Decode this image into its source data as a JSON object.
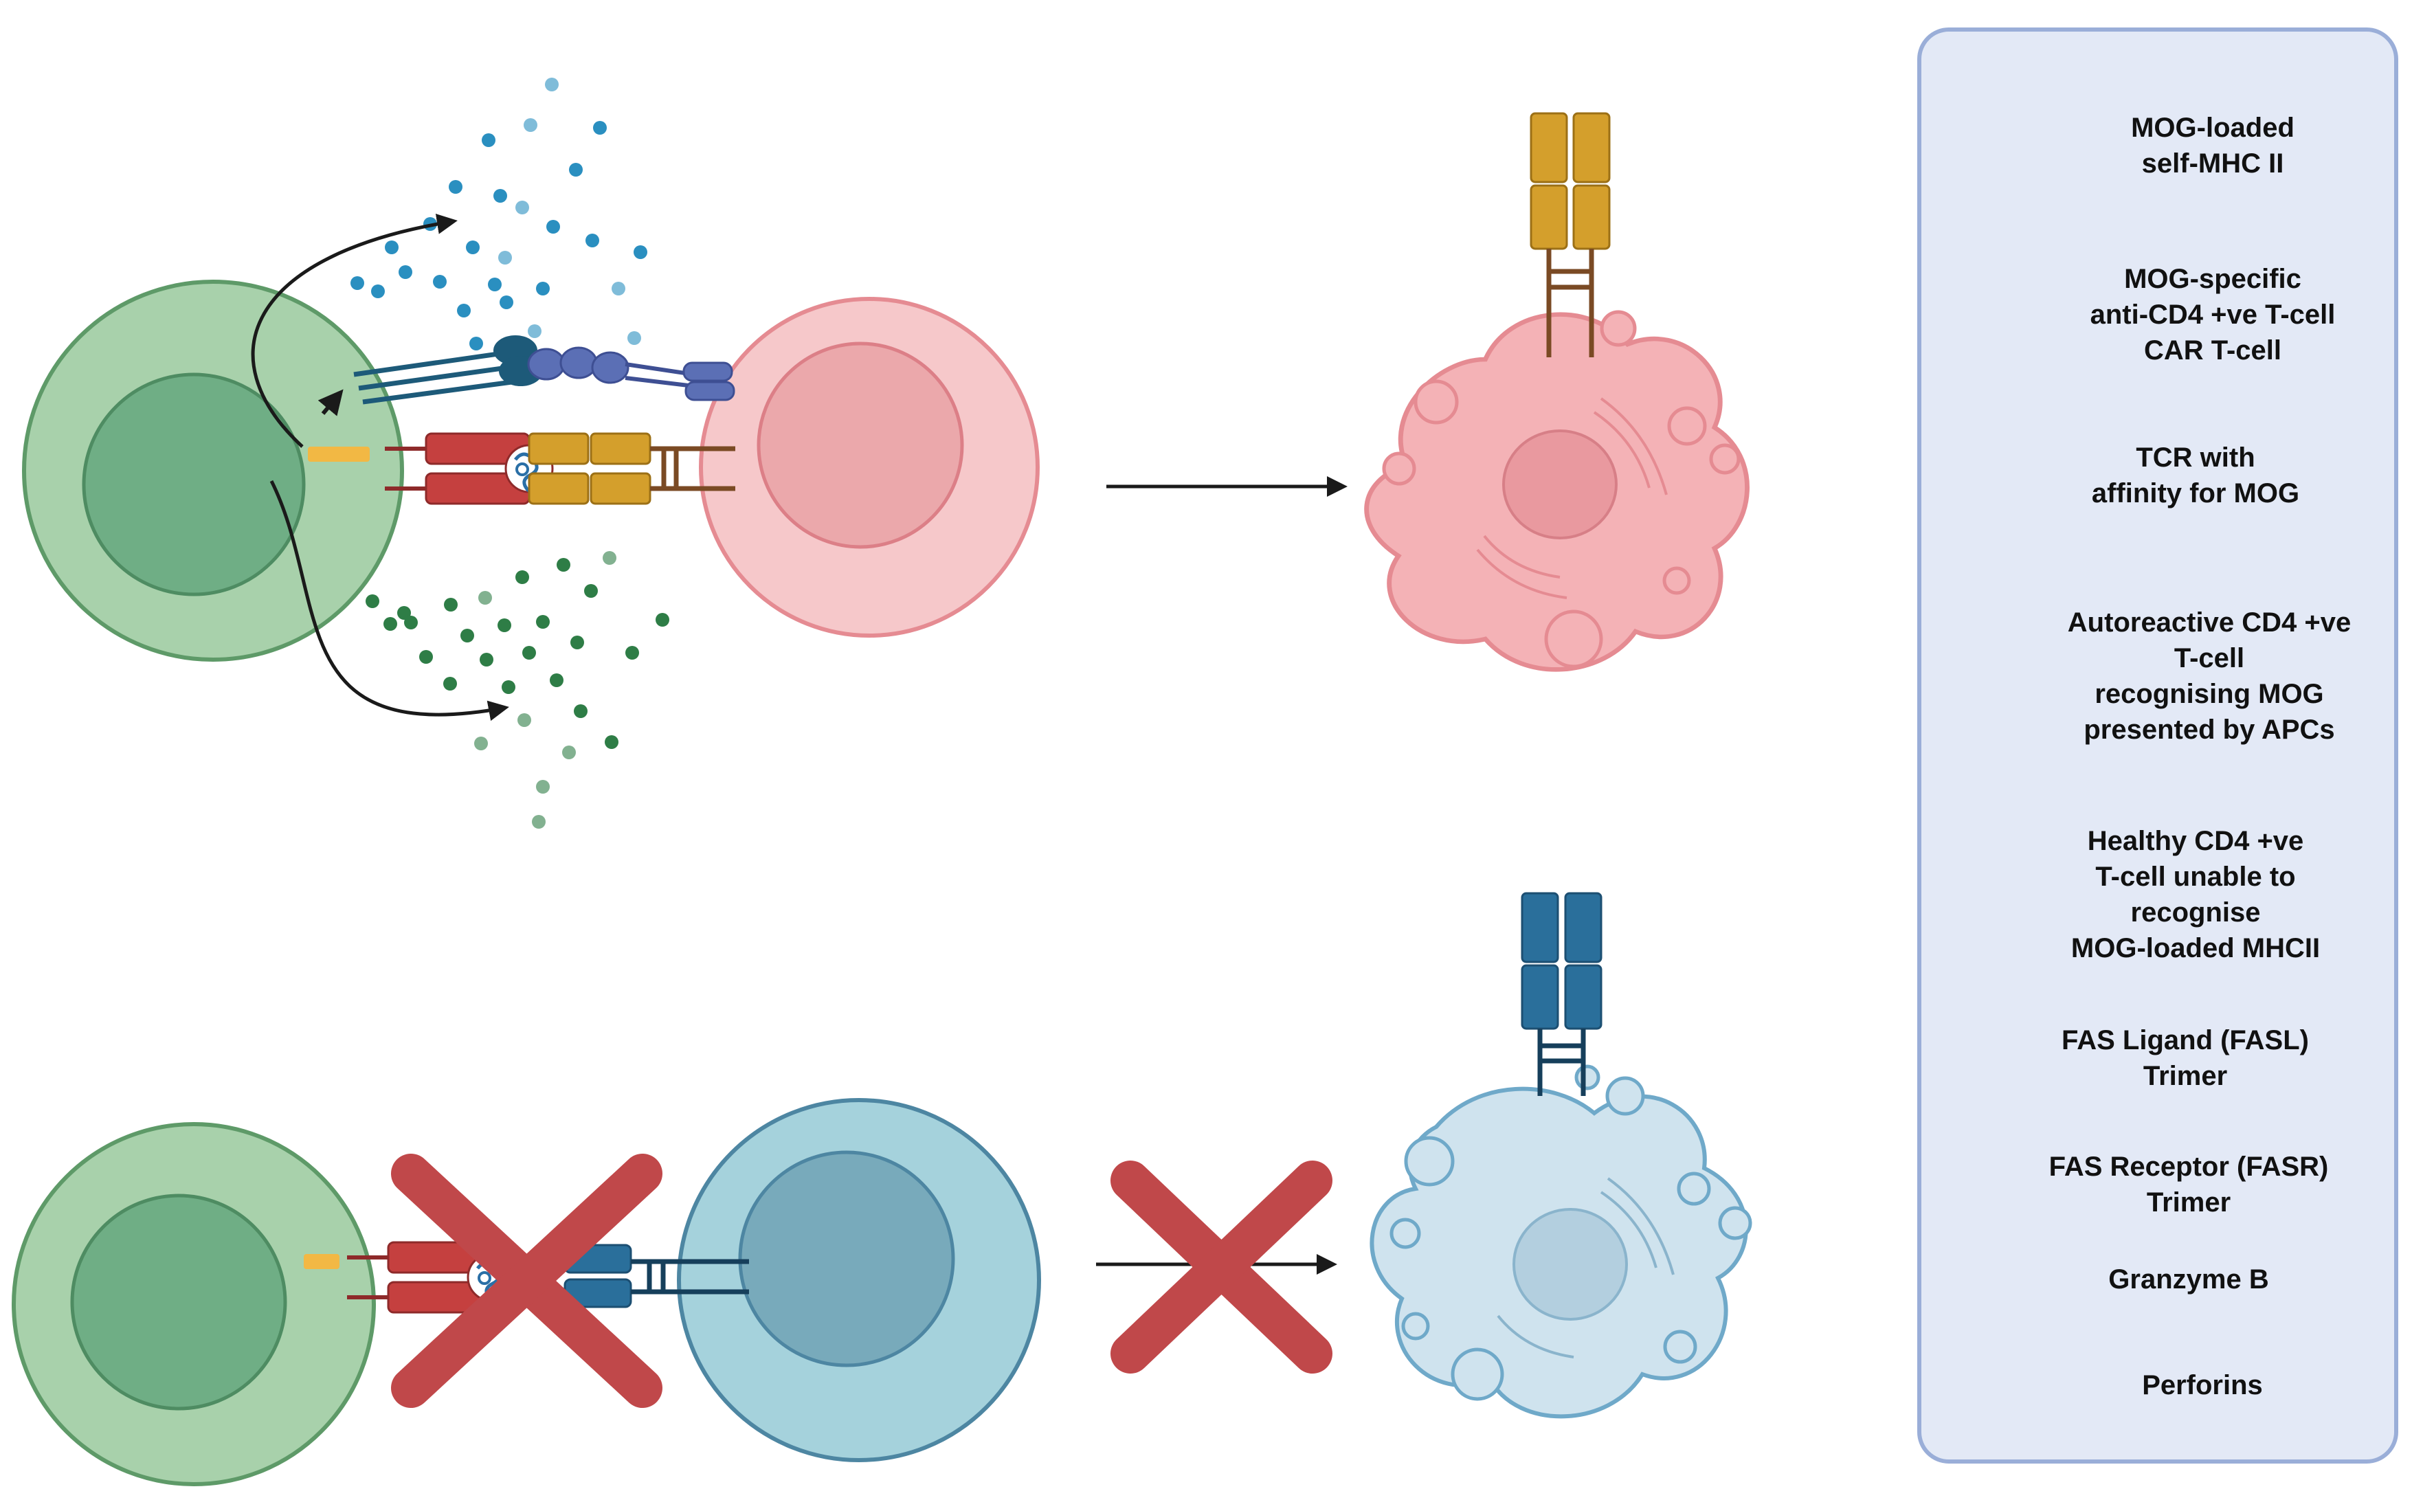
{
  "legend": {
    "items": [
      {
        "key": "mhc",
        "label": "MOG-loaded\nself-MHC II"
      },
      {
        "key": "car",
        "label": "MOG-specific\nanti-CD4 +ve T-cell\nCAR T-cell"
      },
      {
        "key": "tcr",
        "label": "TCR with\naffinity for MOG"
      },
      {
        "key": "autoreactive",
        "label": "Autoreactive CD4 +ve\nT-cell\nrecognising MOG\npresented by APCs"
      },
      {
        "key": "healthy",
        "label": "Healthy CD4 +ve\nT-cell unable to\nrecognise\nMOG-loaded MHCII"
      },
      {
        "key": "fasl",
        "label": "FAS Ligand (FASL)\nTrimer"
      },
      {
        "key": "fasr",
        "label": "FAS Receptor (FASR)\nTrimer"
      },
      {
        "key": "granzyme",
        "label": "Granzyme B"
      },
      {
        "key": "perforin",
        "label": "Perforins"
      }
    ]
  },
  "colors": {
    "car_cell": "#a8d1ab",
    "car_nucleus": "#6fae85",
    "autoreactive_cell": "#f6c8ca",
    "autoreactive_nucleus": "#eba8ab",
    "healthy_cell": "#a5d2dc",
    "healthy_nucleus": "#78aabb",
    "mhc": "#c5403f",
    "tcr": "#d49f2c",
    "tcr_stalk": "#7a4a24",
    "healthy_tcr": "#2a6f9b",
    "fasl": "#1d5a79",
    "fasr": "#5b6fb5",
    "granzyme": "#2a8fc0",
    "perforin": "#2e7d46",
    "cross": "#c0484a",
    "apoptotic_pink": "#f4b2b6",
    "apoptotic_blue": "#cfe3ee",
    "legend_bg": "#e3e9f6",
    "legend_border": "#9aaed8"
  },
  "icons": [
    "car-t-cell-icon",
    "autoreactive-t-cell-icon",
    "healthy-t-cell-icon",
    "mhc-ii-icon",
    "tcr-icon",
    "fas-ligand-icon",
    "fas-receptor-icon",
    "granzyme-b-icon",
    "perforin-icon",
    "apoptotic-cell-icon",
    "cross-icon",
    "arrow-icon"
  ]
}
